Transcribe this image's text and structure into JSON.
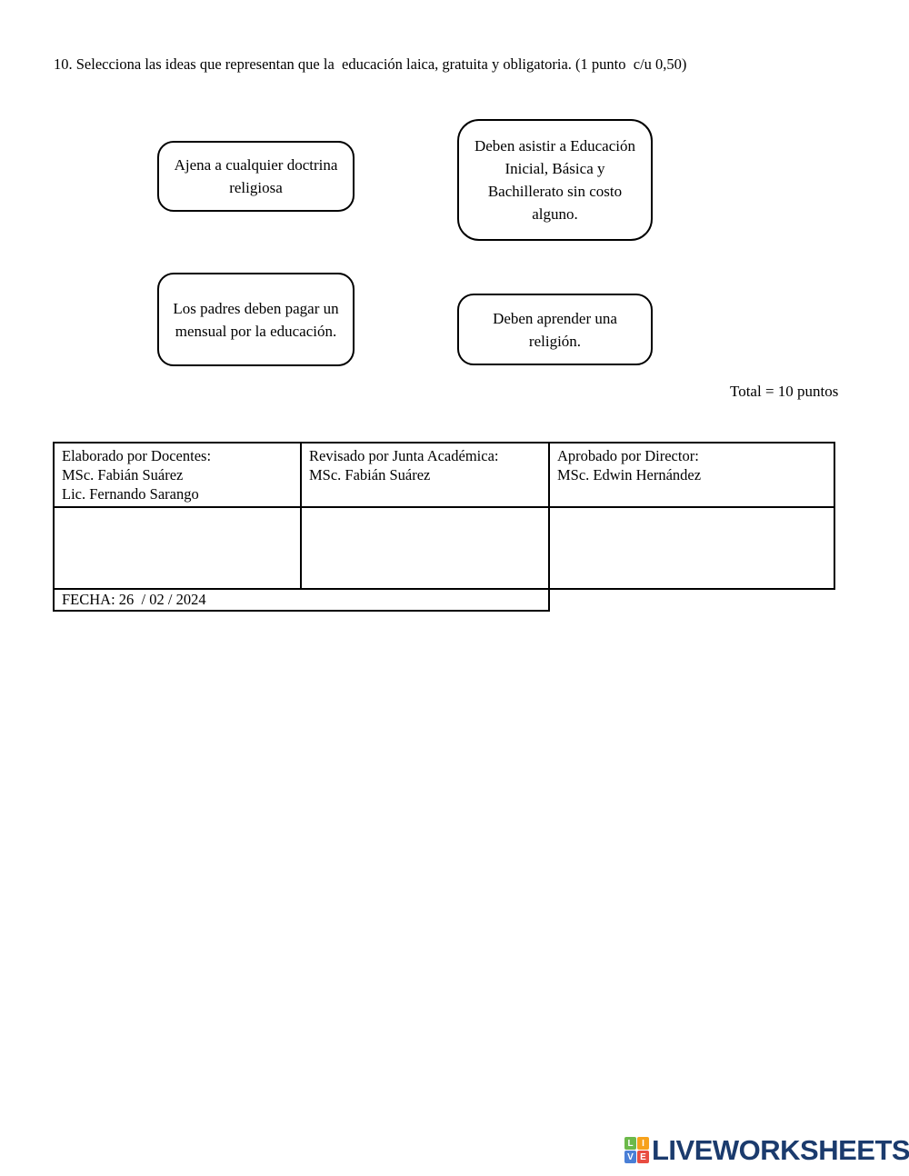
{
  "question": {
    "text": "10. Selecciona las ideas que representan que la  educación laica, gratuita y obligatoria. (1 punto  c/u 0,50)"
  },
  "options": [
    {
      "text": "Ajena a cualquier doctrina religiosa"
    },
    {
      "text": "Deben asistir a Educación Inicial, Básica y Bachillerato sin costo alguno."
    },
    {
      "text": "Los padres deben pagar un mensual por la educación."
    },
    {
      "text": "Deben aprender una religión."
    }
  ],
  "total_label": "Total = 10 puntos",
  "approval_table": {
    "cells": [
      {
        "lines": [
          "Elaborado por Docentes:",
          "MSc. Fabián Suárez",
          "Lic. Fernando Sarango"
        ]
      },
      {
        "lines": [
          "Revisado por Junta Académica:",
          "MSc. Fabián Suárez",
          ""
        ]
      },
      {
        "lines": [
          "Aprobado por Director:",
          "MSc. Edwin Hernández",
          ""
        ]
      }
    ],
    "fecha_label": "FECHA: 26  / 02 / 2024"
  },
  "footer": {
    "logo_text": "LIVEWORKSHEETS",
    "logo_color": "#1b3b6d",
    "logo_tiles": [
      {
        "letter": "L",
        "color": "#6cb94a"
      },
      {
        "letter": "I",
        "color": "#f7a21c"
      },
      {
        "letter": "V",
        "color": "#4a7fd6"
      },
      {
        "letter": "E",
        "color": "#e84c41"
      }
    ]
  }
}
